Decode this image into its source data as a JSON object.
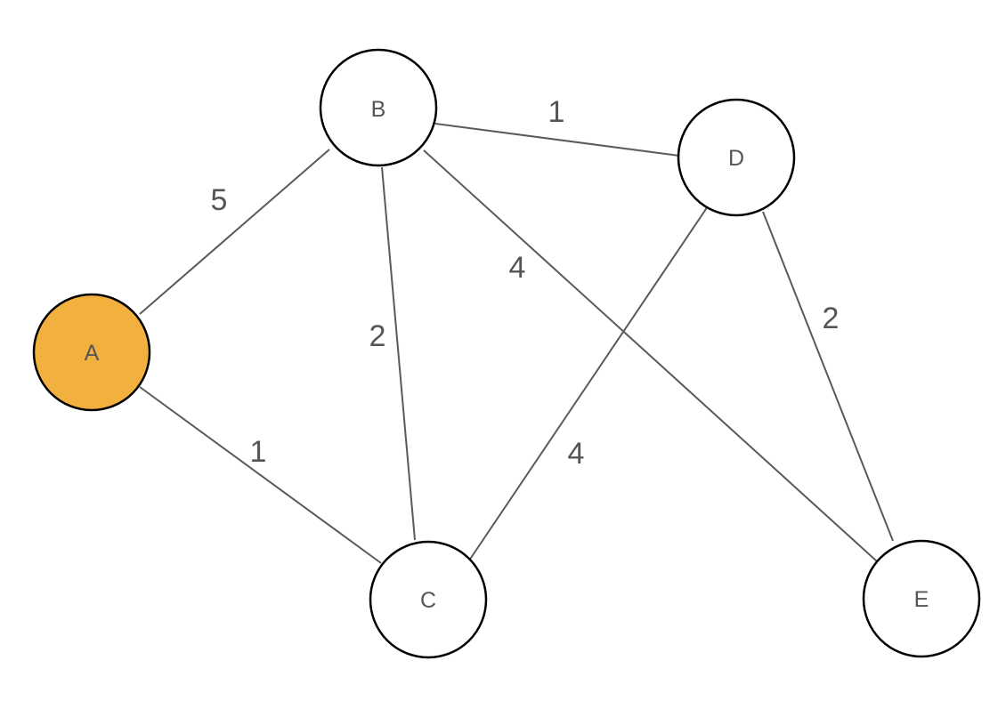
{
  "graph": {
    "colors": {
      "highlight_fill": "#F2B13E",
      "node_fill": "#FFFFFF",
      "node_stroke": "#000000",
      "edge_stroke": "#5A5A5A",
      "text": "#555555"
    },
    "nodes": [
      {
        "id": "A",
        "label": "A",
        "highlighted": true
      },
      {
        "id": "B",
        "label": "B",
        "highlighted": false
      },
      {
        "id": "C",
        "label": "C",
        "highlighted": false
      },
      {
        "id": "D",
        "label": "D",
        "highlighted": false
      },
      {
        "id": "E",
        "label": "E",
        "highlighted": false
      }
    ],
    "edges": [
      {
        "from": "A",
        "to": "B",
        "weight": "5"
      },
      {
        "from": "A",
        "to": "C",
        "weight": "1"
      },
      {
        "from": "B",
        "to": "C",
        "weight": "2"
      },
      {
        "from": "B",
        "to": "D",
        "weight": "1"
      },
      {
        "from": "B",
        "to": "E",
        "weight": "4"
      },
      {
        "from": "D",
        "to": "C",
        "weight": "4"
      },
      {
        "from": "D",
        "to": "E",
        "weight": "2"
      }
    ]
  }
}
